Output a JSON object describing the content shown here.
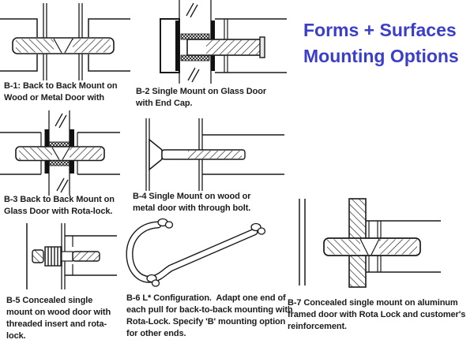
{
  "title": {
    "line1": "Forms + Surfaces",
    "line2": "Mounting Options"
  },
  "colors": {
    "title_blue": "#3a3ec9",
    "ink": "#1a1a1a"
  },
  "captions": {
    "b1": "B-1: Back to Back Mount on Wood or Metal Door with",
    "b2": "B-2 Single Mount on Glass Door with End Cap.",
    "b3": "B-3 Back to Back Mount on Glass Door with Rota-lock.",
    "b4": "B-4 Single Mount on wood or metal door with through bolt.",
    "b5": "B-5 Concealed single mount on wood door with threaded insert and rota-lock.",
    "b6": "B-6 L* Configuration.  Adapt one end of each pull for back-to-back mounting with Rota-Lock. Specify 'B' mounting option for other ends.",
    "b7": "B-7 Concealed single mount on aluminum framed door with Rota Lock and customer's reinforcement."
  }
}
